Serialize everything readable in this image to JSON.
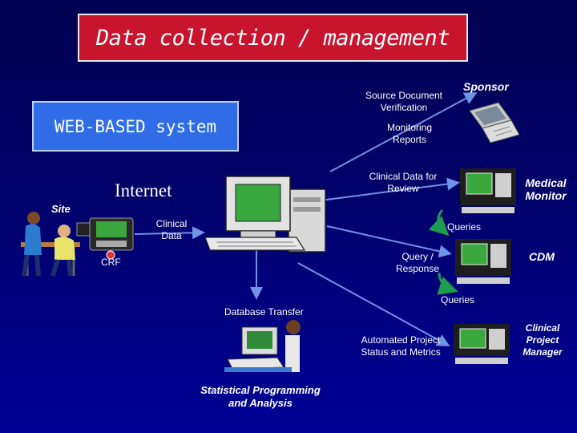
{
  "title": "Data collection / management",
  "web_based": "WEB-BASED system",
  "internet": "Internet",
  "site": "Site",
  "labels": {
    "source_doc": "Source Document\nVerification",
    "monitoring": "Monitoring\nReports",
    "clinical_review": "Clinical Data for\nReview",
    "clinical_data": "Clinical\nData",
    "crf": "CRF",
    "queries_1": "Queries",
    "query_response": "Query /\nResponse",
    "queries_2": "Queries",
    "db_transfer": "Database Transfer",
    "automated": "Automated Project\nStatus and Metrics"
  },
  "roles": {
    "sponsor": "Sponsor",
    "medical_monitor": "Medical\nMonitor",
    "cdm": "CDM",
    "clinical_pm": "Clinical\nProject\nManager",
    "stat": "Statistical Programming\nand Analysis"
  },
  "colors": {
    "title_bg": "#c8142c",
    "web_box_bg": "#2f6ce6",
    "arrow_blue": "#6f93e6",
    "arrow_green": "#1f9c4e"
  },
  "icons": [
    "laptop-icon",
    "server-computer-icon",
    "workstation-icon",
    "people-icon",
    "pda-icon",
    "analyst-computer-icon"
  ]
}
